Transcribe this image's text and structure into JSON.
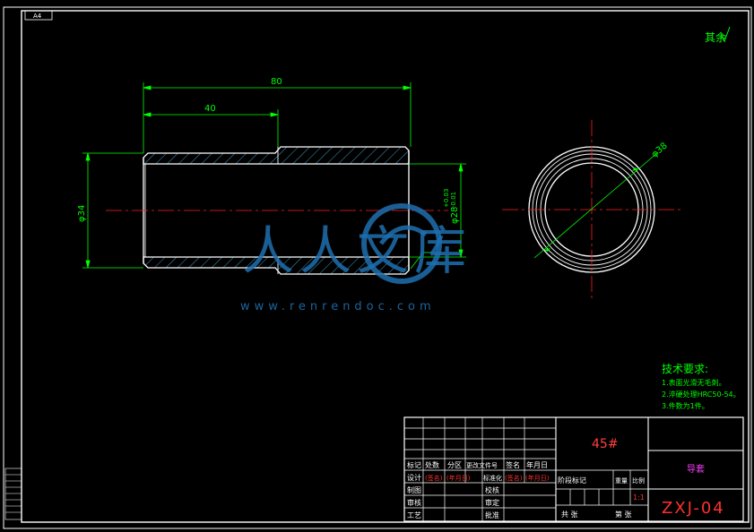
{
  "sheet": {
    "size_label": "A4",
    "roughness_note": "其余"
  },
  "dimensions": {
    "overall_length": "80",
    "step_length": "40",
    "outer_dia": "φ34",
    "bore_dia": "φ28",
    "bore_tol_upper": "+0.03",
    "bore_tol_lower": "-0.01",
    "end_view_dia": "φ38"
  },
  "watermark": {
    "name": "人人文库",
    "url": "www.renrendoc.com"
  },
  "tech_requirements": {
    "title": "技术要求:",
    "items": [
      "1.表面光滑无毛刺。",
      "2.淬硬处理HRC50-54。",
      "3.件数为1件。"
    ]
  },
  "title_block": {
    "material": "45#",
    "part_name": "导套",
    "drawing_no": "ZXJ-04",
    "scale": "1:1",
    "rev_headers": [
      "标记",
      "处数",
      "分区",
      "更改文件号",
      "签名",
      "年月日"
    ],
    "design_row": [
      "设计",
      "(签名)",
      "(年月日)",
      "标准化",
      "(签名)",
      "(年月日)"
    ],
    "left_labels": [
      "制图",
      "审核",
      "工艺"
    ],
    "mid_labels": [
      "校核",
      "审定",
      "批准"
    ],
    "stage_headers": [
      "阶段标记",
      "重量",
      "比例"
    ],
    "sheet_total": "共 张",
    "sheet_no": "第 张"
  },
  "colors": {
    "frame": "#ffffff",
    "outline": "#ffffff",
    "dimension": "#00ff00",
    "hatch": "#4fc3f7",
    "centerline": "#ff2020",
    "table_text": "#ff3030",
    "material_text": "#ff4040",
    "part_name_text": "#ff40ff",
    "watermark": "#1e6fb0"
  }
}
